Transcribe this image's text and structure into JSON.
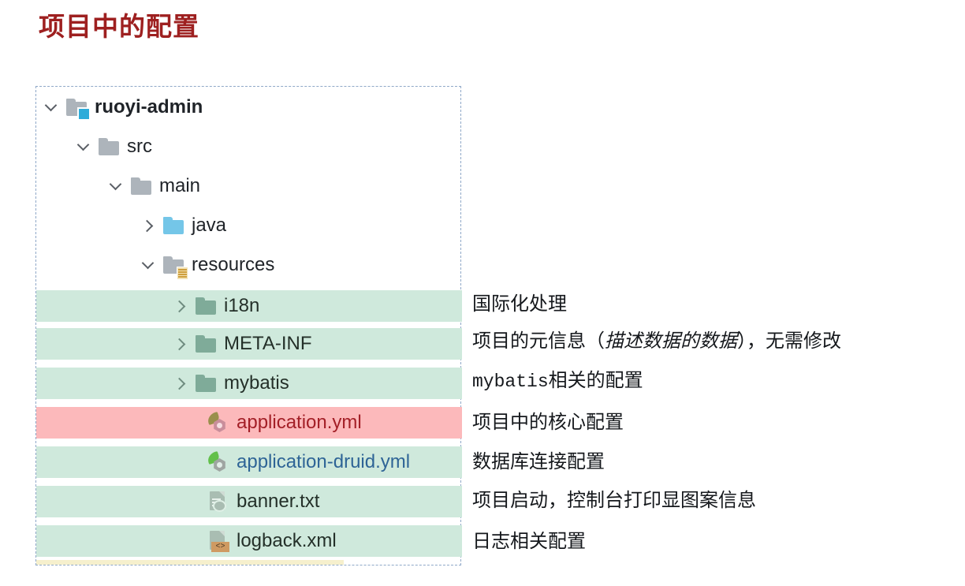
{
  "title": "项目中的配置",
  "theme": {
    "title_color": "#9E2020",
    "highlight_green": "#cfe9dc",
    "highlight_pink": "#fcb9bb",
    "dashed_border": "#8fa8c8",
    "link_blue": "#2e6496",
    "error_red": "#a31f27"
  },
  "tree": {
    "nodes": [
      {
        "label": "ruoyi-admin",
        "icon": "module-folder-icon",
        "chevron": "chevron-down-icon",
        "highlight": "none"
      },
      {
        "label": "src",
        "icon": "folder-icon",
        "chevron": "chevron-down-icon",
        "highlight": "none"
      },
      {
        "label": "main",
        "icon": "folder-icon",
        "chevron": "chevron-down-icon",
        "highlight": "none"
      },
      {
        "label": "java",
        "icon": "source-folder-icon",
        "chevron": "chevron-right-icon",
        "highlight": "none"
      },
      {
        "label": "resources",
        "icon": "resources-folder-icon",
        "chevron": "chevron-down-icon",
        "highlight": "none"
      },
      {
        "label": "i18n",
        "icon": "folder-icon",
        "chevron": "chevron-right-icon",
        "highlight": "green"
      },
      {
        "label": "META-INF",
        "icon": "folder-icon",
        "chevron": "chevron-right-icon",
        "highlight": "green"
      },
      {
        "label": "mybatis",
        "icon": "folder-icon",
        "chevron": "chevron-right-icon",
        "highlight": "green"
      },
      {
        "label": "application.yml",
        "icon": "spring-yaml-file-icon",
        "chevron": "none",
        "highlight": "pink"
      },
      {
        "label": "application-druid.yml",
        "icon": "spring-yaml-file-icon",
        "chevron": "none",
        "highlight": "green"
      },
      {
        "label": "banner.txt",
        "icon": "text-file-icon",
        "chevron": "none",
        "highlight": "green"
      },
      {
        "label": "logback.xml",
        "icon": "xml-file-icon",
        "chevron": "none",
        "highlight": "green"
      }
    ]
  },
  "annotations": {
    "i18n": "国际化处理",
    "meta_inf_prefix": "项目的元信息（",
    "meta_inf_italic": "描述数据的数据",
    "meta_inf_suffix": "），无需修改",
    "mybatis_mono": "mybatis",
    "mybatis_rest": "相关的配置",
    "application_yml": "项目中的核心配置",
    "application_druid_yml": "数据库连接配置",
    "banner_txt": "项目启动，控制台打印显图案信息",
    "logback_xml": "日志相关配置"
  }
}
